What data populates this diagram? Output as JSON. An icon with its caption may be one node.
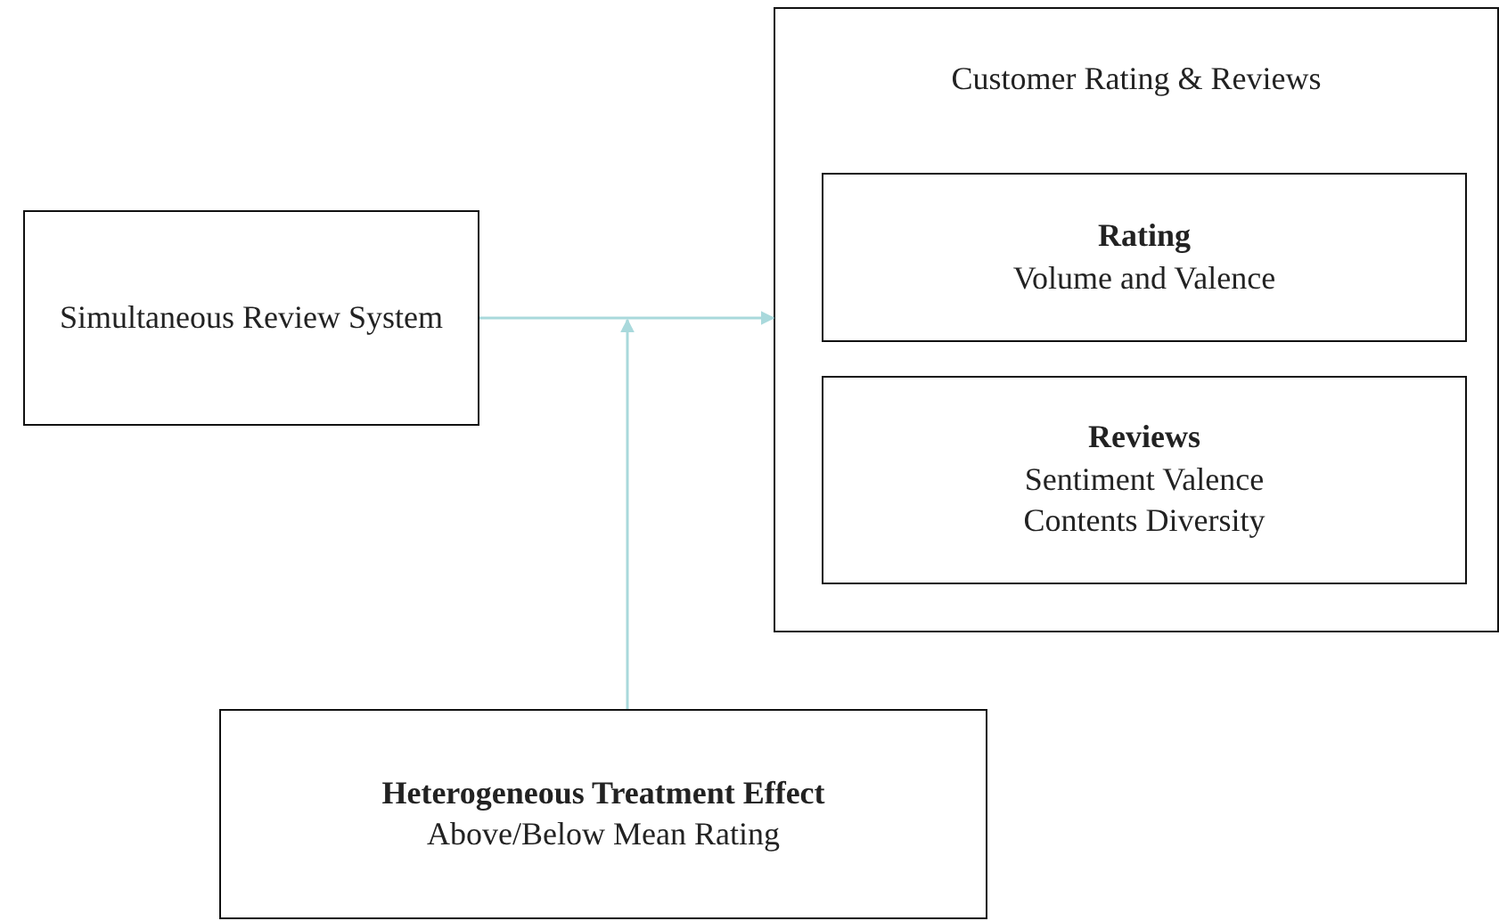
{
  "diagram": {
    "nodes": [
      {
        "text": [
          "Simultaneous Review System"
        ]
      },
      {
        "text": [
          "Customer Rating & Reviews"
        ]
      },
      {
        "text": [
          "Rating",
          "Volume and Valence"
        ],
        "in": 1
      },
      {
        "text": [
          "Reviews",
          "Sentiment Valence",
          "Contents Diversity"
        ],
        "in": 1
      },
      {
        "text": [
          "Heterogeneous Treatment Effect",
          "Above/Below Mean Rating"
        ]
      }
    ],
    "edges": [
      {
        "from": 0,
        "to": 1,
        "arrow": "to"
      },
      {
        "from": 4,
        "to": null,
        "arrow": "to"
      }
    ]
  }
}
